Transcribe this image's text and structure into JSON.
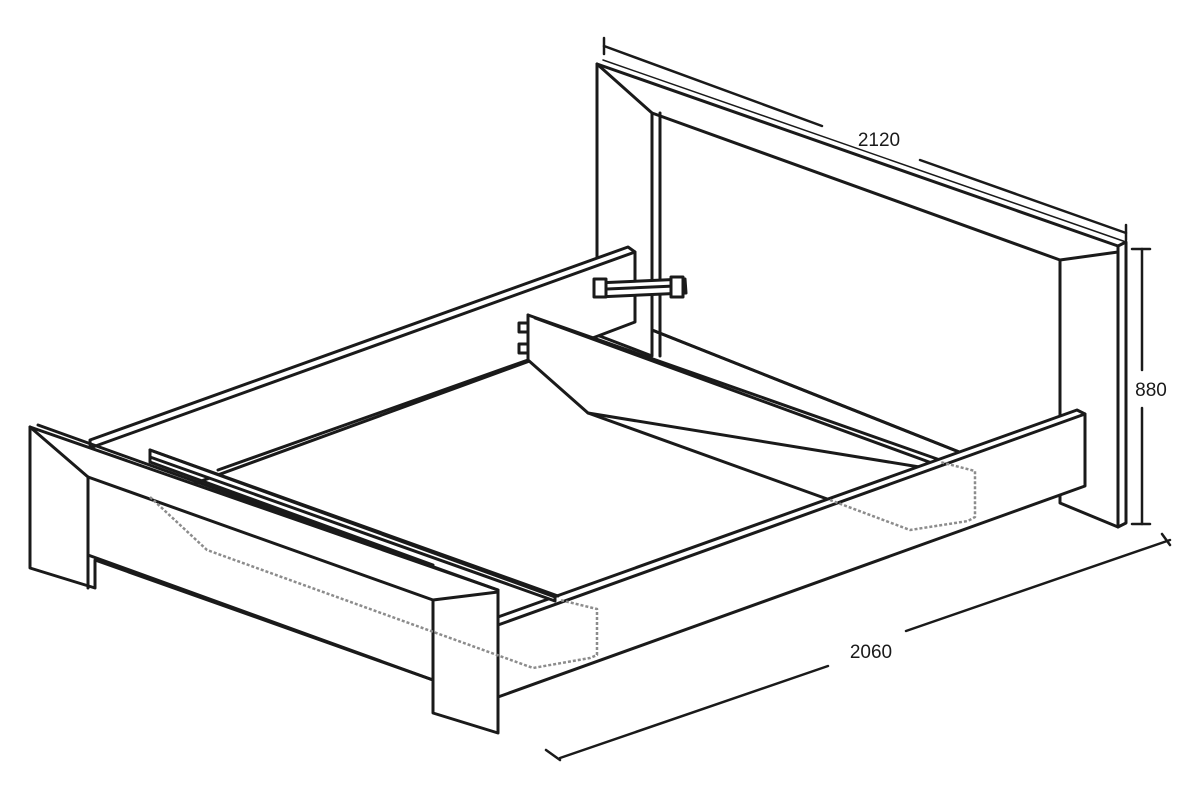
{
  "dimensions": {
    "width": "2120",
    "height": "880",
    "length": "2060"
  },
  "colors": {
    "line": "#1a1a1a",
    "hidden_line": "#8c8c8c",
    "background": "#ffffff"
  }
}
